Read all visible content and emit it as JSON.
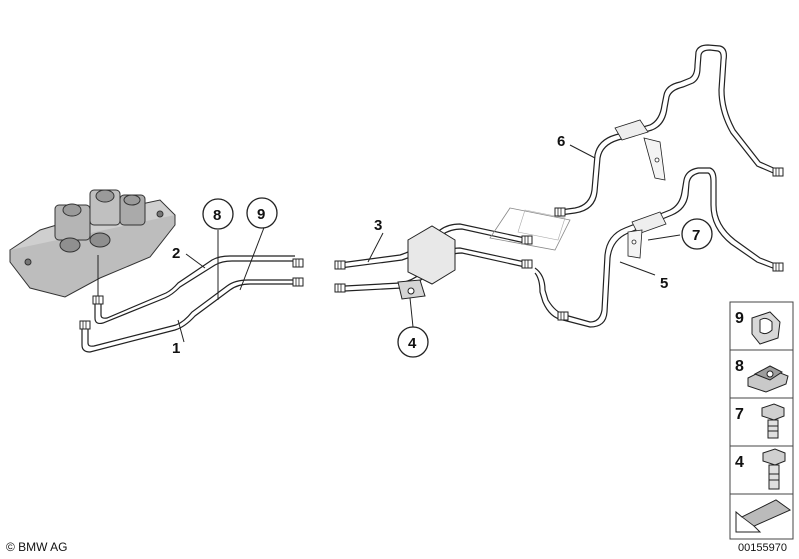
{
  "callouts": {
    "c1": "1",
    "c2": "2",
    "c3": "3",
    "c4": "4",
    "c5": "5",
    "c6": "6",
    "c7": "7",
    "c8": "8",
    "c9": "9"
  },
  "legend": [
    {
      "num": "9",
      "icon": "clip-icon"
    },
    {
      "num": "8",
      "icon": "clamp-icon"
    },
    {
      "num": "7",
      "icon": "hex-bolt-icon"
    },
    {
      "num": "4",
      "icon": "hex-bolt-long-icon"
    }
  ],
  "footer": {
    "copyright": "© BMW AG",
    "diagram_number": "00155970"
  }
}
